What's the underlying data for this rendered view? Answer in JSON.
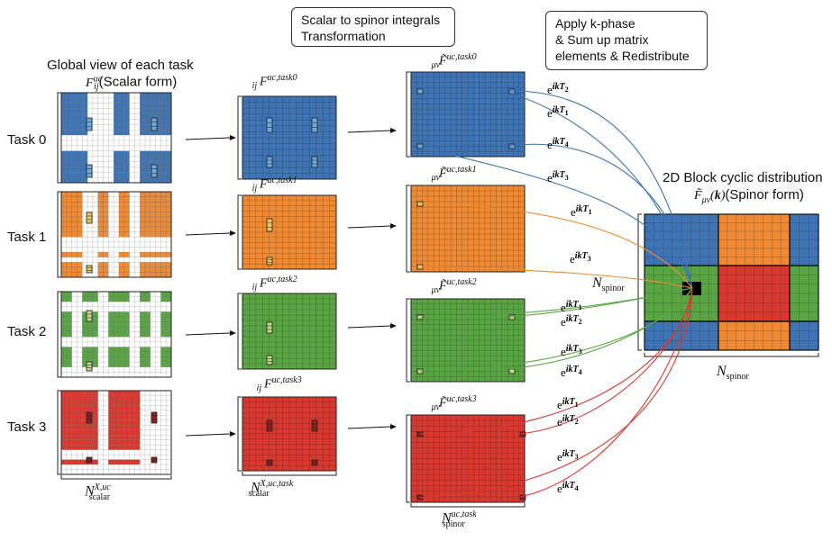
{
  "boxes": {
    "transform": [
      "Scalar to spinor integrals",
      "Transformation"
    ],
    "kphase": [
      "Apply k-phase",
      "& Sum up matrix",
      "elements & Redistribute"
    ]
  },
  "global_view_title": "Global view of each task",
  "scalar_form": "(Scalar form)",
  "dist_title": "2D Block cyclic distribution",
  "spinor_form": "(Spinor form)",
  "tasks": [
    {
      "label": "Task 0",
      "color": "#3f74b4",
      "sup_F": "uc,task0",
      "sup_Ft": "uc,task0"
    },
    {
      "label": "Task 1",
      "color": "#ef8a33",
      "sup_F": "uc,task1",
      "sup_Ft": "uc,task1"
    },
    {
      "label": "Task 2",
      "color": "#5aa543",
      "sup_F": "uc,task2",
      "sup_Ft": "uc,task2"
    },
    {
      "label": "Task 3",
      "color": "#d9382f",
      "sup_F": "uc,task3",
      "sup_Ft": "uc,task3"
    }
  ],
  "F_sup": "uc",
  "F_sub": "ij",
  "mu_nu": "μν",
  "N_scalar_sup": "X,uc",
  "N_scalar_task_sup": "X,uc,task",
  "N_spinor_task_sup": "uc,task",
  "scalar": "scalar",
  "spinor": "spinor",
  "phase_labels": [
    "e",
    "ikT",
    "1",
    "2",
    "3",
    "4"
  ],
  "phase_task0": [
    "2",
    "1",
    "4",
    "3"
  ],
  "phase_task1": [
    "1",
    "3"
  ],
  "phase_task2": [
    "1",
    "2",
    "3",
    "4"
  ],
  "phase_task3": [
    "1",
    "2",
    "3",
    "4"
  ],
  "colors": {
    "blue": "#3f74b4",
    "orange": "#ef8a33",
    "green": "#5aa543",
    "red": "#d9382f",
    "target": "#000000"
  }
}
